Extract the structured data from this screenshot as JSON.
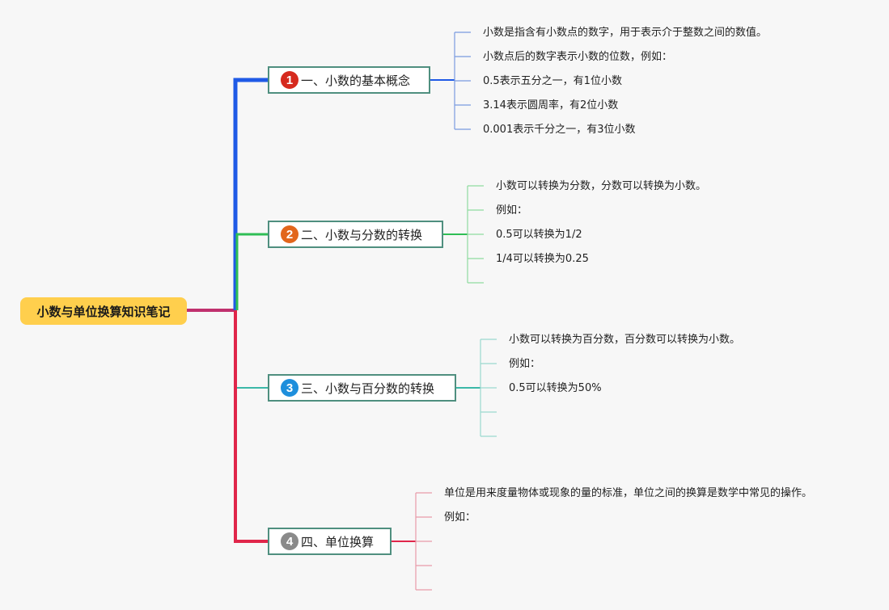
{
  "root": {
    "title": "小数与单位换算知识笔记"
  },
  "colors": {
    "root_bg": "#ffcf4d",
    "branch_1": "#1f5ae6",
    "branch_2": "#2fbe55",
    "branch_3": "#3bb8a8",
    "branch_4": "#e0264a",
    "leaf_1": "#7a9ae0",
    "leaf_2": "#8fdc9f",
    "leaf_3": "#9ad9cf",
    "leaf_4": "#e89aa8",
    "topic_border": "#4f8f7f"
  },
  "topics": [
    {
      "number": "1",
      "badge_color": "#d62a1e",
      "label": "一、小数的基本概念",
      "notes": [
        "小数是指含有小数点的数字，用于表示介于整数之间的数值。",
        "小数点后的数字表示小数的位数，例如：",
        "0.5表示五分之一，有1位小数",
        "3.14表示圆周率，有2位小数",
        "0.001表示千分之一，有3位小数"
      ]
    },
    {
      "number": "2",
      "badge_color": "#e2661c",
      "label": "二、小数与分数的转换",
      "notes": [
        "小数可以转换为分数，分数可以转换为小数。",
        "例如：",
        "0.5可以转换为1/2",
        "1/4可以转换为0.25",
        ""
      ]
    },
    {
      "number": "3",
      "badge_color": "#1e8fdc",
      "label": "三、小数与百分数的转换",
      "notes": [
        "小数可以转换为百分数，百分数可以转换为小数。",
        "例如：",
        "0.5可以转换为50%",
        "",
        ""
      ]
    },
    {
      "number": "4",
      "badge_color": "#8a8a8a",
      "label": "四、单位换算",
      "notes": [
        "单位是用来度量物体或现象的量的标准，单位之间的换算是数学中常见的操作。",
        "例如：",
        "",
        "",
        ""
      ]
    }
  ]
}
